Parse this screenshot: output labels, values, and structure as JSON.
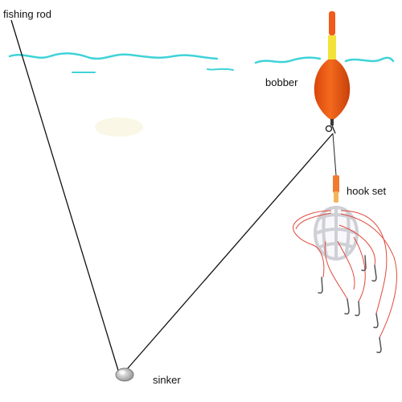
{
  "labels": {
    "fishing_rod": "fishing rod",
    "bobber": "bobber",
    "hook_set": "hook set",
    "sinker": "sinker"
  },
  "colors": {
    "water": "#3fd3d8",
    "line": "#111111",
    "bobber_body": "#ef5a14",
    "bobber_band": "#f2e23a",
    "leader": "#e04a3c",
    "cage": "#e6e6ea",
    "sinker": "#c8c8c8"
  }
}
